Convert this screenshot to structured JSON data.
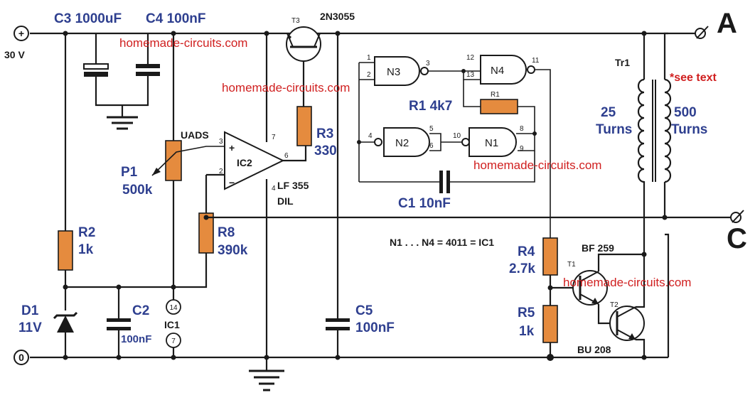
{
  "labels": {
    "supply_voltage": "30 V",
    "c3": "C3 1000uF",
    "c4": "C4 100nF",
    "t3_ref": "T3",
    "t3_part": "2N3055",
    "terminal_a": "A",
    "terminal_c": "C",
    "tr1": "Tr1",
    "see_text": "*see text",
    "primary_turns": "25",
    "secondary_turns": "500",
    "turns_word": "Turns",
    "r3_ref": "R3",
    "r3_val": "330",
    "uads": "UADS",
    "p1_ref": "P1",
    "p1_val": "500k",
    "ic2": "IC2",
    "opamp_part": "LF 355",
    "opamp_pkg": "DIL",
    "r1_label": "R1 4k7",
    "r1_small": "R1",
    "c1": "C1 10nF",
    "gates_note": "N1 . . . N4 = 4011 = IC1",
    "r2_ref": "R2",
    "r2_val": "1k",
    "r8_ref": "R8",
    "r8_val": "390k",
    "d1_ref": "D1",
    "d1_val": "11V",
    "c2_ref": "C2",
    "c2_val": "100nF",
    "ic1": "IC1",
    "pin_14": "14",
    "pin_7": "7",
    "c5_ref": "C5",
    "c5_val": "100nF",
    "r4_ref": "R4",
    "r4_val": "2.7k",
    "r5_ref": "R5",
    "r5_val": "1k",
    "t1_ref": "T1",
    "t1_part": "BF 259",
    "t2_ref": "T2",
    "t2_part": "BU 208",
    "watermark": "homemade-circuits.com"
  },
  "gates": {
    "n1": "N1",
    "n2": "N2",
    "n3": "N3",
    "n4": "N4"
  },
  "pins": {
    "n3_in1": "1",
    "n3_in2": "2",
    "n3_out": "3",
    "n4_in1": "12",
    "n4_in2": "13",
    "n4_out": "11",
    "n2_in": "4",
    "n2_out1": "5",
    "n2_out2": "6",
    "n1_in": "10",
    "n1_pin8": "8",
    "n1_pin9": "9",
    "opamp_in_plus": "3",
    "opamp_in_minus": "2",
    "opamp_out": "6",
    "opamp_vplus": "7",
    "opamp_vminus": "4"
  },
  "symbols": {
    "plus": "+",
    "minus": "−",
    "zero": "0"
  },
  "colors": {
    "resistor": "#e58b3e",
    "label_blue": "#2e3f8f",
    "watermark_red": "#d01f1f",
    "wire": "#1a1a1a"
  }
}
